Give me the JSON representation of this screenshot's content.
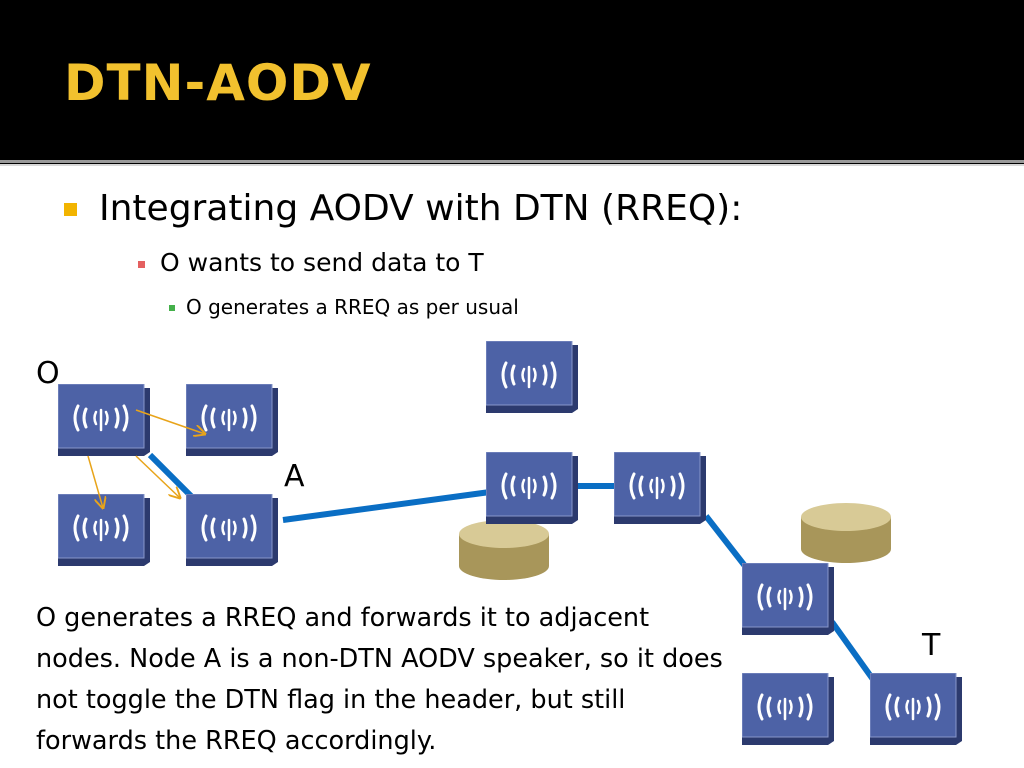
{
  "title": "DTN-AODV",
  "bullets": {
    "level1": "Integrating AODV with DTN (RREQ):",
    "level2": "O wants to send data to T",
    "level3": "O generates a RREQ as per usual"
  },
  "diagram": {
    "labels": {
      "origin": "O",
      "node_a": "A",
      "target": "T"
    },
    "colors": {
      "link": "#0a6ec4",
      "arrow": "#e8a41a",
      "router_face": "#4d62a6",
      "router_shadow": "#2c3a6e",
      "storage": "#bfae72"
    }
  },
  "caption": "O generates a RREQ and forwards it to adjacent nodes. Node A is a non-DTN AODV speaker, so it does not toggle the DTN flag in the header, but still forwards the RREQ accordingly."
}
